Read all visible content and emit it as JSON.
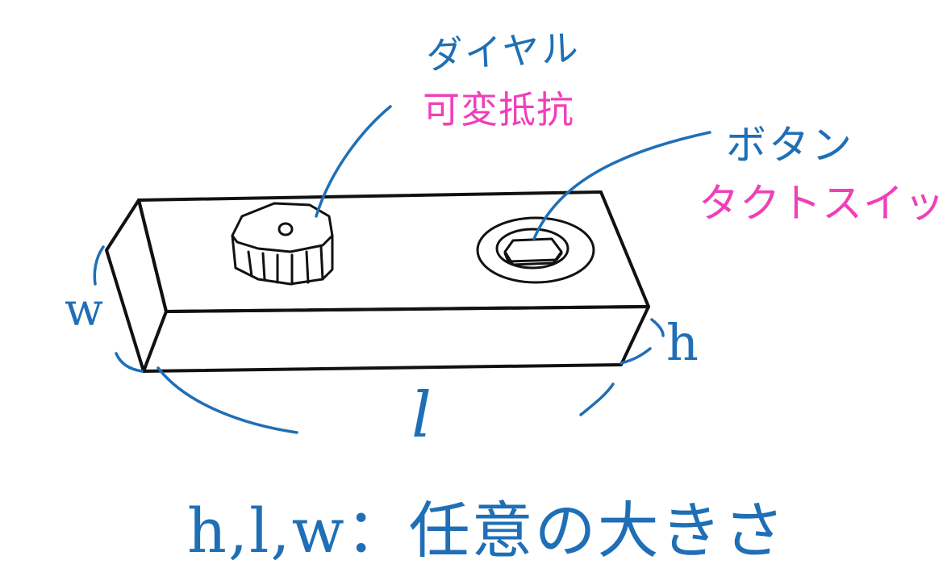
{
  "colors": {
    "ink": "#111111",
    "annotation": "#1f6fb6",
    "part_label": "#f03fb8",
    "background": "#ffffff"
  },
  "labels": {
    "dial_name": "ダイヤル",
    "dial_part": "可変抵抗",
    "button_name": "ボタン",
    "button_part": "タクトスイッチ"
  },
  "dimensions": {
    "w": "w",
    "h": "h",
    "l": "l"
  },
  "caption": "h,l,w：任意の大きさ"
}
